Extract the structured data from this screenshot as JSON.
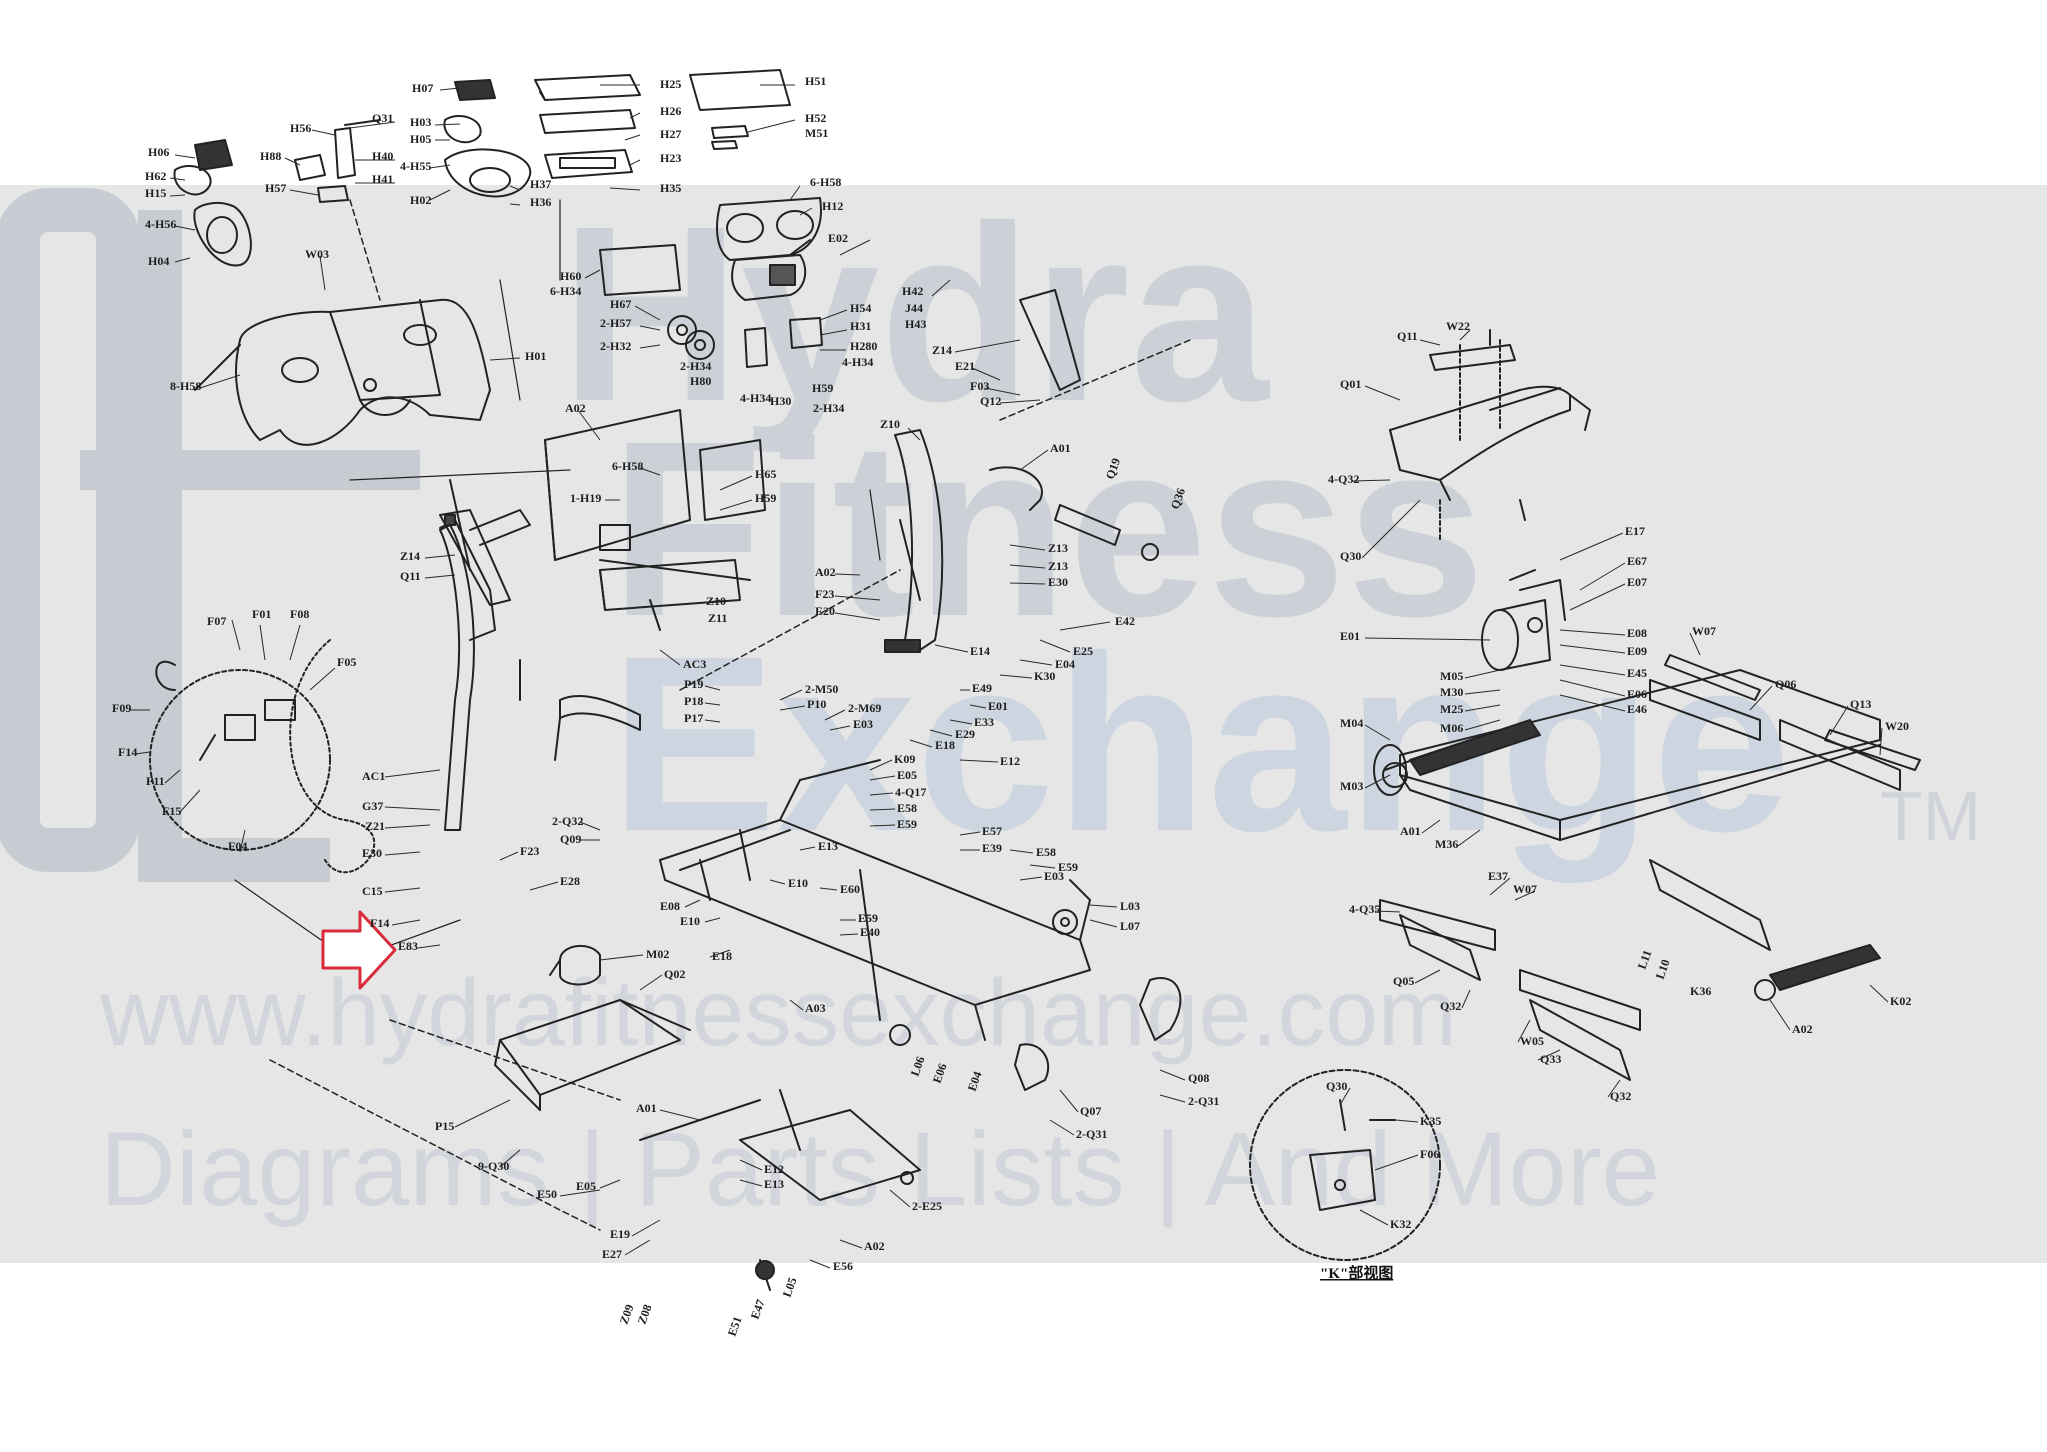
{
  "watermark": {
    "brand_lines": [
      "Hydra",
      "Fitness",
      "Exchange"
    ],
    "trademark": "TM",
    "url": "www.hydrafitnessexchange.com",
    "tagline": "Diagrams | Parts Lists | And More",
    "band_color": "#e6e6e6",
    "text_color": "#cfd3d9"
  },
  "diagram": {
    "line_color": "#222222",
    "callout_color": "#d92b3a",
    "detail_title": "\"K\"部视图",
    "labels": {
      "H07": "H07",
      "H25": "H25",
      "H51": "H51",
      "H52": "H52",
      "M51": "M51",
      "H26": "H26",
      "H27": "H27",
      "H23": "H23",
      "H03": "H03",
      "H05": "H05",
      "H4H55": "4-H55",
      "H02": "H02",
      "H37": "H37",
      "H36": "H36",
      "H35": "H35",
      "H6H58": "6-H58",
      "H12": "H12",
      "H06": "H06",
      "H62": "H62",
      "H15": "H15",
      "H4H56": "4-H56",
      "H04": "H04",
      "H88": "H88",
      "H56": "H56",
      "H57": "H57",
      "Q31": "Q31",
      "H40": "H40",
      "H41": "H41",
      "W03": "W03",
      "H8H58": "8-H58",
      "H01": "H01",
      "H60": "H60",
      "H6H34": "6-H34",
      "H67": "H67",
      "H2H57": "2-H57",
      "H2H32": "2-H32",
      "H2H34": "2-H34",
      "H80": "H80",
      "H30": "H30",
      "H4H34": "4-H34",
      "H59": "H59",
      "H2H34b": "2-H34",
      "E02": "E02",
      "H54": "H54",
      "H31": "H31",
      "H280": "H280",
      "H4H34b": "4-H34",
      "H42": "H42",
      "J44": "J44",
      "H43": "H43",
      "Z14": "Z14",
      "E21": "E21",
      "F03": "F03",
      "Q12": "Q12",
      "A02": "A02",
      "H6H58b": "6-H58",
      "H65": "H65",
      "H1H19": "1-H19",
      "H59b": "H59",
      "Z10": "Z10",
      "A01": "A01",
      "Q19": "Q19",
      "Q36": "Q36",
      "A02b": "A02",
      "F23": "F23",
      "E20": "E20",
      "Z13": "Z13",
      "Z13b": "Z13",
      "E30": "E30",
      "E42": "E42",
      "Z14b": "Z14",
      "Q11": "Q11",
      "Z10b": "Z10",
      "Z11": "Z11",
      "AC3": "AC3",
      "F07": "F07",
      "F01": "F01",
      "F08": "F08",
      "F05": "F05",
      "F09": "F09",
      "F14": "F14",
      "F11": "F11",
      "F15": "F15",
      "F04": "F04",
      "E14": "E14",
      "E25": "E25",
      "E04": "E04",
      "K30": "K30",
      "E49": "E49",
      "E01": "E01",
      "E33": "E33",
      "E18": "E18",
      "E29": "E29",
      "E12": "E12",
      "P19": "P19",
      "P18": "P18",
      "P17": "P17",
      "H2M50": "2-M50",
      "P10": "P10",
      "H2M69": "2-M69",
      "E03": "E03",
      "AC1": "AC1",
      "G37": "G37",
      "Z21": "Z21",
      "E30b": "E30",
      "C15": "C15",
      "F23b": "F23",
      "E28": "E28",
      "F14b": "F14",
      "E83": "E83",
      "H2Q32": "2-Q32",
      "Q09": "Q09",
      "K09": "K09",
      "E05": "E05",
      "H4Q17": "4-Q17",
      "E58": "E58",
      "E59": "E59",
      "E13": "E13",
      "E10": "E10",
      "E60": "E60",
      "E08": "E08",
      "E10b": "E10",
      "E57": "E57",
      "E39": "E39",
      "E58b": "E58",
      "E59b": "E59",
      "E03b": "E03",
      "L03": "L03",
      "L07": "L07",
      "E18b": "E18",
      "E59c": "E59",
      "E40": "E40",
      "M02": "M02",
      "Q02": "Q02",
      "A03": "A03",
      "L06": "L06",
      "E06": "E06",
      "E04b": "E04",
      "Q08": "Q08",
      "H2Q31": "2-Q31",
      "Q07": "Q07",
      "H2Q31b": "2-Q31",
      "P15": "P15",
      "H9Q30": "9-Q30",
      "A01b": "A01",
      "E12b": "E12",
      "E13b": "E13",
      "E50": "E50",
      "E05b": "E05",
      "E19": "E19",
      "H2E25": "2-E25",
      "E27": "E27",
      "A02c": "A02",
      "E56": "E56",
      "L05": "L05",
      "Z09": "Z09",
      "Z08": "Z08",
      "E51": "E51",
      "E47": "E47",
      "Q01": "Q01",
      "H4Q32": "4-Q32",
      "Q30": "Q30",
      "W22": "W22",
      "Q11b": "Q11",
      "E17": "E17",
      "E67": "E67",
      "E07": "E07",
      "E01b": "E01",
      "E08b": "E08",
      "E09": "E09",
      "E45": "E45",
      "E06b": "E06",
      "E46": "E46",
      "M05": "M05",
      "M30": "M30",
      "M25": "M25",
      "M06": "M06",
      "M04": "M04",
      "M03": "M03",
      "A01c": "A01",
      "M36": "M36",
      "W07": "W07",
      "Q06": "Q06",
      "Q13": "Q13",
      "W20": "W20",
      "E37": "E37",
      "W07b": "W07",
      "H4Q35": "4-Q35",
      "Q05": "Q05",
      "Q32": "Q32",
      "L11": "L11",
      "L10": "L10",
      "K36": "K36",
      "K02": "K02",
      "A02d": "A02",
      "W05": "W05",
      "Q33": "Q33",
      "Q32b": "Q32",
      "Q30b": "Q30",
      "K35": "K35",
      "F06": "F06",
      "K32": "K32"
    }
  }
}
